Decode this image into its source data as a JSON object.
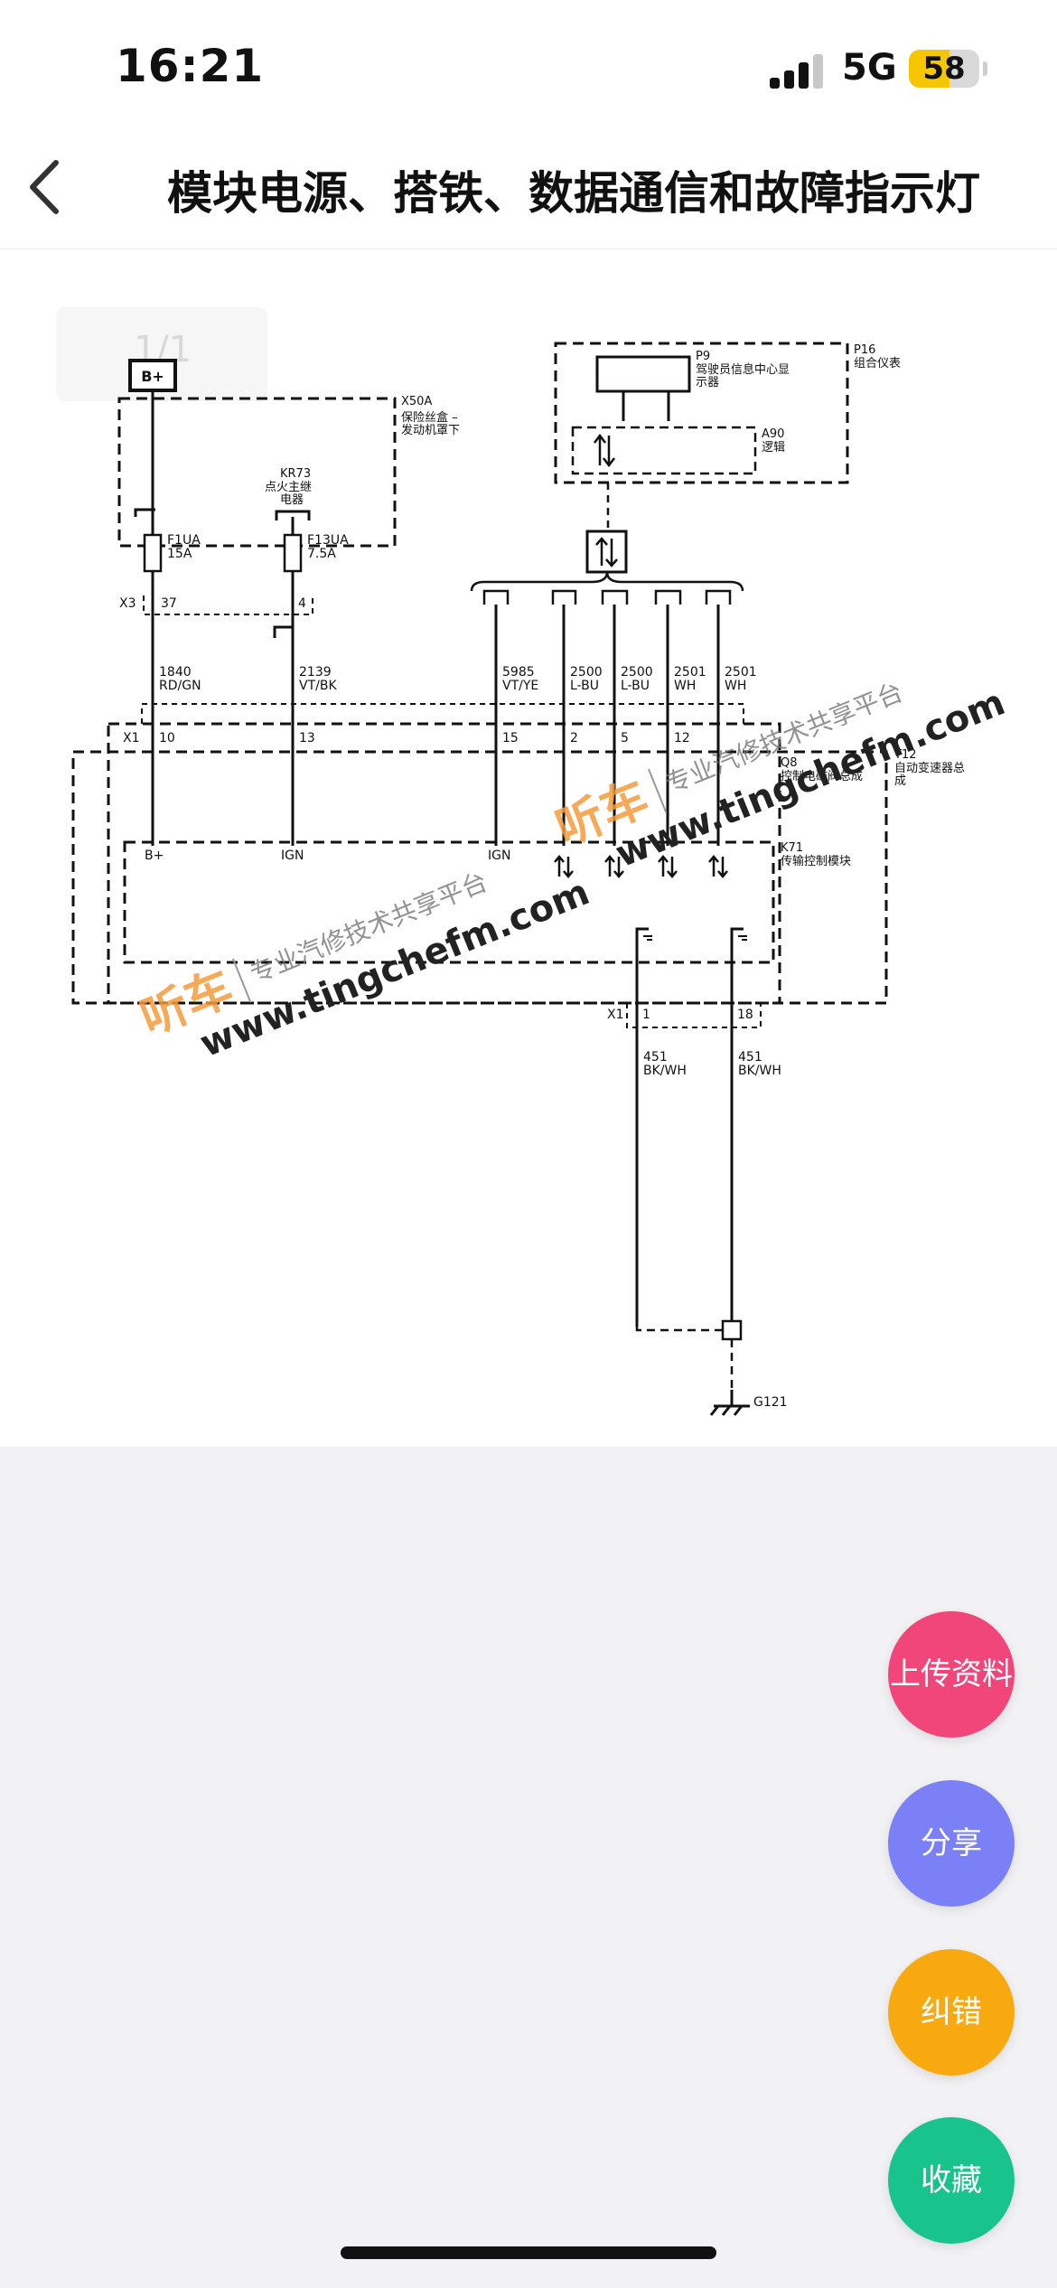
{
  "status_bar": {
    "time": "16:21",
    "network": "5G",
    "battery": "58",
    "battery_level": 0.58
  },
  "nav": {
    "title": "模块电源、搭铁、数据通信和故障指示灯",
    "back_icon": "chevron-left-icon"
  },
  "diagram": {
    "page_indicator": "1/1",
    "battery_label": "B+",
    "fuse_block_id": "X50A",
    "fuse_block_desc": [
      "保险丝盒 –",
      "发动机罩下"
    ],
    "relay_id": "KR73",
    "relay_desc": [
      "点火主继",
      "电器"
    ],
    "fuse1": [
      "F1UA",
      "15A"
    ],
    "fuse2": [
      "F13UA",
      "7.5A"
    ],
    "x3_label": "X3",
    "x3_pins": [
      "37",
      "4"
    ],
    "wires_left": [
      {
        "circuit": "1840",
        "color": "RD/GN"
      },
      {
        "circuit": "2139",
        "color": "VT/BK"
      }
    ],
    "x1_label": "X1",
    "x1_pins": [
      "10",
      "13",
      "15",
      "2",
      "5",
      "12"
    ],
    "wires_right": [
      {
        "circuit": "5985",
        "color": "VT/YE"
      },
      {
        "circuit": "2500",
        "color": "L-BU"
      },
      {
        "circuit": "2500",
        "color": "L-BU"
      },
      {
        "circuit": "2501",
        "color": "WH"
      },
      {
        "circuit": "2501",
        "color": "WH"
      }
    ],
    "cluster_id": "P16",
    "cluster_desc": "组合仪表",
    "dic_id": "P9",
    "dic_desc": [
      "驾驶员信息中心显",
      "示器"
    ],
    "logic_id": "A90",
    "logic_desc": "逻辑",
    "q8_id": "Q8",
    "q8_desc": "控制电磁阀总成",
    "t12_id": "T12",
    "t12_desc": [
      "自动变速器总",
      "成"
    ],
    "k71_id": "K71",
    "k71_desc": "传输控制模块",
    "module_pins": [
      "B+",
      "IGN",
      "IGN"
    ],
    "lower_x1_label": "X1",
    "lower_x1_pins": [
      "1",
      "18"
    ],
    "ground_wires": [
      {
        "circuit": "451",
        "color": "BK/WH"
      },
      {
        "circuit": "451",
        "color": "BK/WH"
      }
    ],
    "ground_id": "G121",
    "watermark": {
      "brand": "听车",
      "slogan": "专业汽修技术共享平台",
      "url": "www.tingchefm.com"
    }
  },
  "actions": [
    {
      "label": "上传资料",
      "color": "#f0467a"
    },
    {
      "label": "分享",
      "color": "#7b80f6"
    },
    {
      "label": "纠错",
      "color": "#f8a90f"
    },
    {
      "label": "收藏",
      "color": "#18c38c"
    }
  ]
}
